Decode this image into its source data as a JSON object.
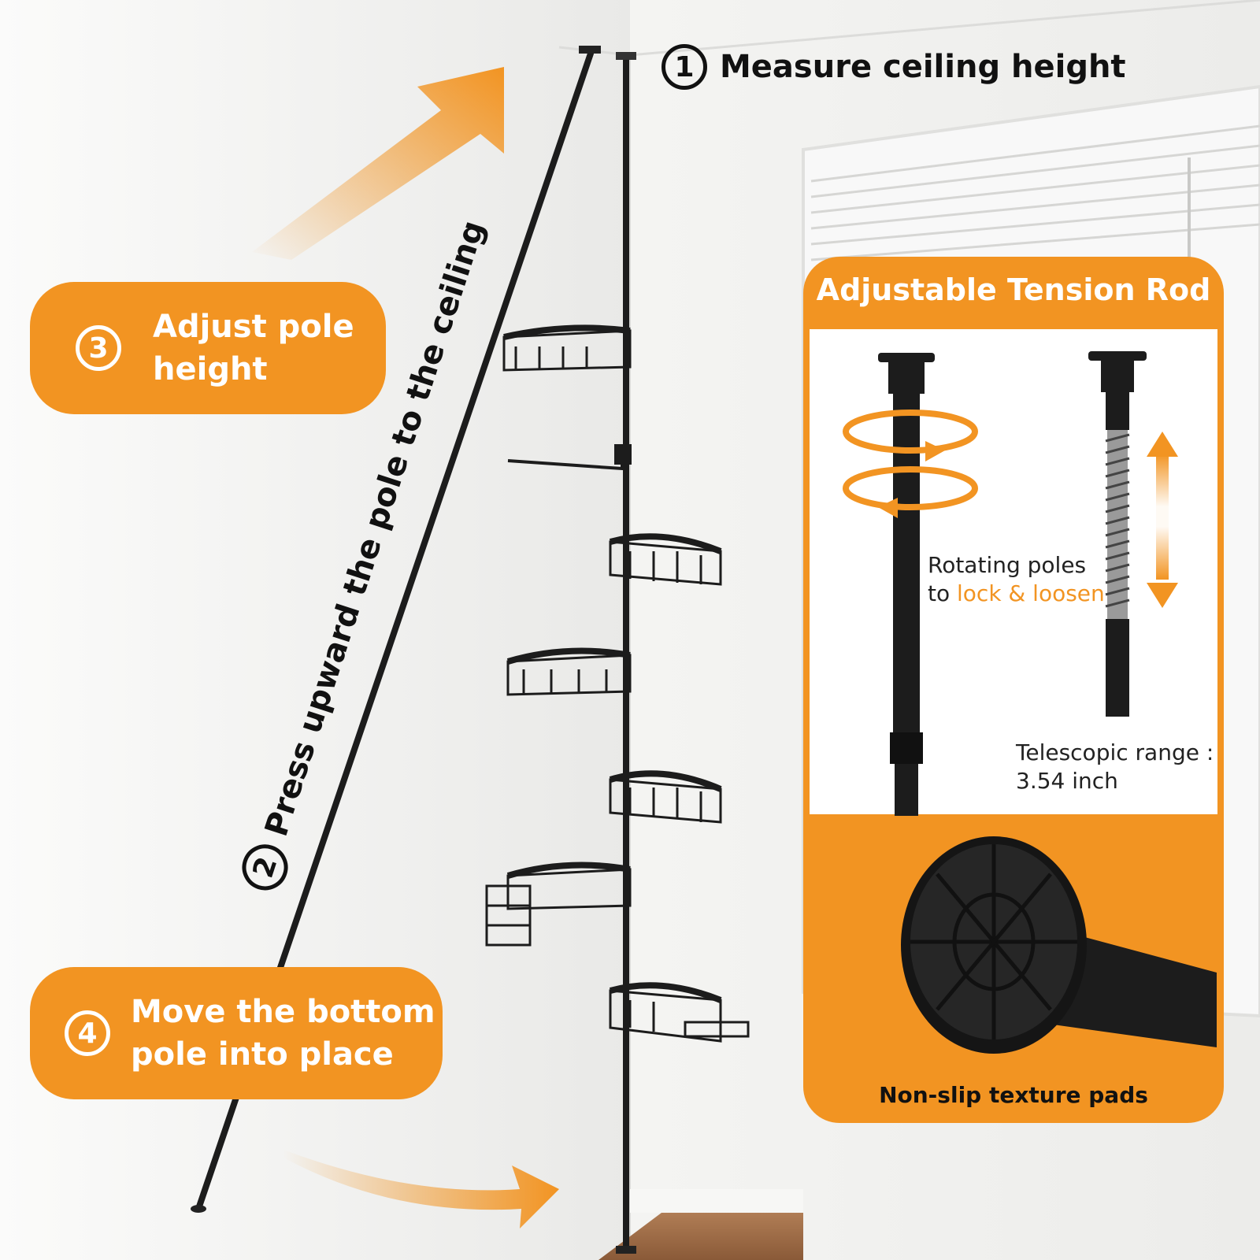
{
  "steps": {
    "step1": {
      "number": "1",
      "text": "Measure ceiling height"
    },
    "step2": {
      "number": "2",
      "text": "Press upward the pole to the ceiling"
    },
    "step3": {
      "number": "3",
      "line1": "Adjust pole",
      "line2": "height"
    },
    "step4": {
      "number": "4",
      "line1": "Move the bottom",
      "line2": "pole into place"
    }
  },
  "panel": {
    "title": "Adjustable Tension Rod",
    "rotating_line1": "Rotating poles",
    "rotating_prefix": "to ",
    "rotating_highlight": "lock & loosen",
    "telescopic_line1": "Telescopic range :",
    "telescopic_line2": "3.54 inch",
    "pad_label": "Non-slip texture pads"
  },
  "colors": {
    "accent": "#f29422",
    "pole": "#1c1c1c",
    "wall": "#f2f2f0"
  }
}
